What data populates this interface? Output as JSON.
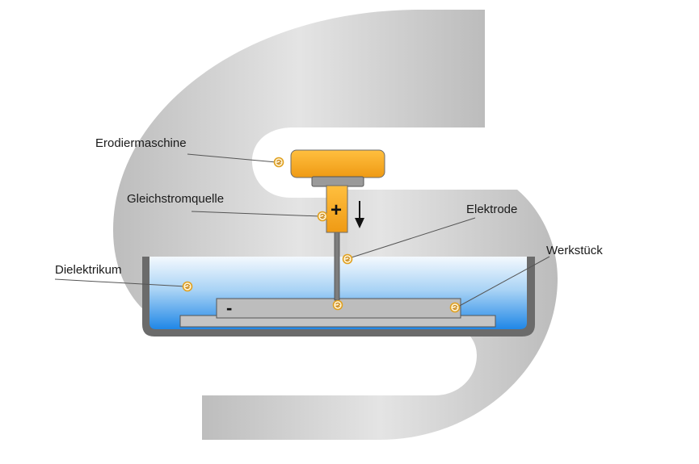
{
  "labels": {
    "machine": "Erodiermaschine",
    "power_source": "Gleichstromquelle",
    "electrode": "Elektrode",
    "dielectric": "Dielektrikum",
    "workpiece": "Werkstück"
  },
  "polarity": {
    "electrode": "+",
    "workpiece": "-"
  },
  "colors": {
    "logo_gray": "#c9c9c9",
    "machine_orange": "#f5a623",
    "dielectric_top": "#f2f8fd",
    "dielectric_bottom": "#1e88e5",
    "tank_wall": "#6b6b6b",
    "workpiece_gray": "#bdbdbd",
    "marker_gold": "#e0a020",
    "leader_line": "#555555"
  },
  "icons": {
    "marker": "gold-spiral-marker-icon",
    "movement": "down-arrow-icon"
  }
}
